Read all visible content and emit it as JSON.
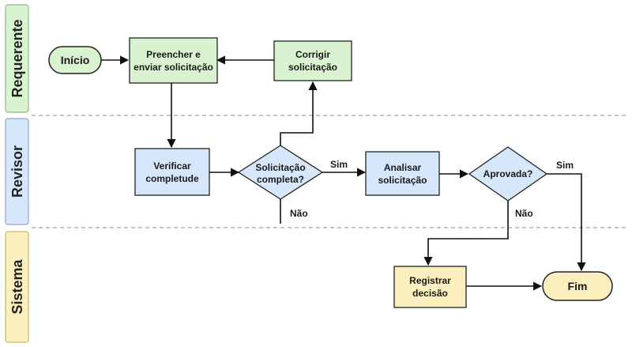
{
  "lanes": {
    "requerente": {
      "label": "Requerente",
      "color": "#d9f2d0"
    },
    "revisor": {
      "label": "Revisor",
      "color": "#d6e6fb"
    },
    "sistema": {
      "label": "Sistema",
      "color": "#fbf0bd"
    }
  },
  "nodes": {
    "inicio": {
      "text": "Início",
      "color": "#d9f2d0"
    },
    "preencher": {
      "line1": "Preencher e",
      "line2": "enviar solicitação",
      "color": "#d9f2d0"
    },
    "corrigir": {
      "line1": "Corrigir",
      "line2": "solicitação",
      "color": "#d9f2d0"
    },
    "verificar": {
      "line1": "Verificar",
      "line2": "completude",
      "color": "#d6e6fb"
    },
    "completa": {
      "line1": "Solicitação",
      "line2": "completa?",
      "color": "#d6e6fb"
    },
    "analisar": {
      "line1": "Analisar",
      "line2": "solicitação",
      "color": "#d6e6fb"
    },
    "aprovada": {
      "text": "Aprovada?",
      "color": "#d6e6fb"
    },
    "registrar": {
      "line1": "Registrar",
      "line2": "decisão",
      "color": "#fbf0bd"
    },
    "fim": {
      "text": "Fim",
      "color": "#fbf0bd"
    }
  },
  "edges": {
    "completa_sim": "Sim",
    "completa_nao": "Não",
    "aprovada_sim": "Sim",
    "aprovada_nao": "Não"
  }
}
